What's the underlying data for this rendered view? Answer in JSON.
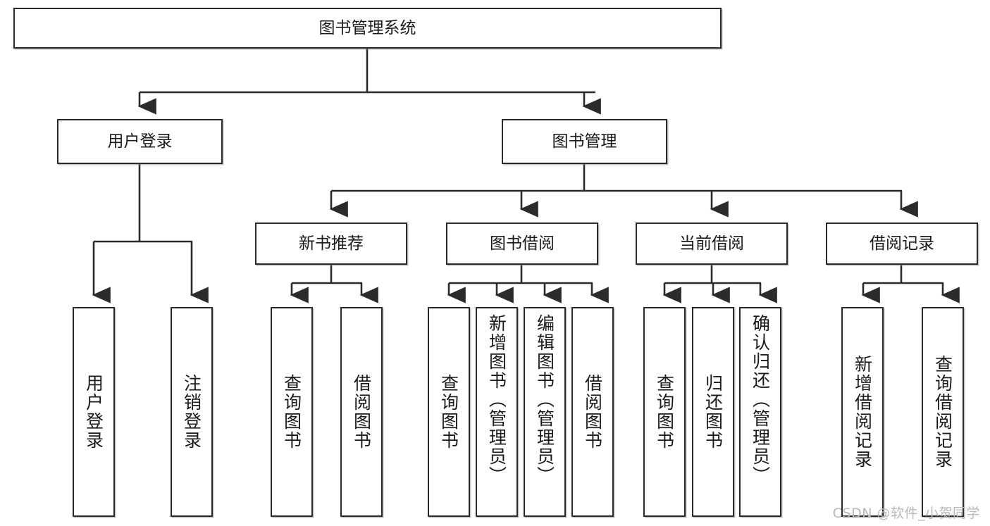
{
  "diagram": {
    "title": "图书管理系统",
    "type": "hierarchy-tree",
    "orientation": "top-down",
    "colors": {
      "box_border": "#2b2b2b",
      "box_fill": "#ffffff",
      "edge": "#2b2b2b",
      "text": "#1a1a1a",
      "watermark": "#b9b9b9",
      "background": "#ffffff"
    },
    "levels": [
      {
        "level": 1,
        "nodes": [
          {
            "id": "root",
            "label": "图书管理系统",
            "orientation": "horizontal"
          }
        ]
      },
      {
        "level": 2,
        "nodes": [
          {
            "id": "user-login",
            "label": "用户登录",
            "orientation": "horizontal",
            "parent": "root"
          },
          {
            "id": "book-manage",
            "label": "图书管理",
            "orientation": "horizontal",
            "parent": "root"
          }
        ]
      },
      {
        "level": 3,
        "nodes": [
          {
            "id": "new-book-recommend",
            "label": "新书推荐",
            "orientation": "horizontal",
            "parent": "book-manage"
          },
          {
            "id": "book-borrow",
            "label": "图书借阅",
            "orientation": "horizontal",
            "parent": "book-manage"
          },
          {
            "id": "current-borrow",
            "label": "当前借阅",
            "orientation": "horizontal",
            "parent": "book-manage"
          },
          {
            "id": "borrow-record",
            "label": "借阅记录",
            "orientation": "horizontal",
            "parent": "book-manage"
          }
        ]
      },
      {
        "level": 4,
        "nodes": [
          {
            "id": "leaf-user-login",
            "label": "用户登录",
            "orientation": "vertical",
            "parent": "user-login"
          },
          {
            "id": "leaf-logout-login",
            "label": "注销登录",
            "orientation": "vertical",
            "parent": "user-login"
          },
          {
            "id": "leaf-query-book-1",
            "label": "查询图书",
            "orientation": "vertical",
            "parent": "new-book-recommend"
          },
          {
            "id": "leaf-borrow-book-1",
            "label": "借阅图书",
            "orientation": "vertical",
            "parent": "new-book-recommend"
          },
          {
            "id": "leaf-query-book-2",
            "label": "查询图书",
            "orientation": "vertical",
            "parent": "book-borrow"
          },
          {
            "id": "leaf-add-book-admin",
            "label": "新增图书（管理员）",
            "orientation": "vertical",
            "parent": "book-borrow"
          },
          {
            "id": "leaf-edit-book-admin",
            "label": "编辑图书（管理员）",
            "orientation": "vertical",
            "parent": "book-borrow"
          },
          {
            "id": "leaf-borrow-book-2",
            "label": "借阅图书",
            "orientation": "vertical",
            "parent": "book-borrow"
          },
          {
            "id": "leaf-query-book-3",
            "label": "查询图书",
            "orientation": "vertical",
            "parent": "current-borrow"
          },
          {
            "id": "leaf-return-book",
            "label": "归还图书",
            "orientation": "vertical",
            "parent": "current-borrow"
          },
          {
            "id": "leaf-confirm-return-admin",
            "label": "确认归还（管理员）",
            "orientation": "vertical",
            "parent": "current-borrow"
          },
          {
            "id": "leaf-add-borrow-record",
            "label": "新增借阅记录",
            "orientation": "vertical",
            "parent": "borrow-record"
          },
          {
            "id": "leaf-query-borrow-record",
            "label": "查询借阅记录",
            "orientation": "vertical",
            "parent": "borrow-record"
          }
        ]
      }
    ]
  },
  "watermark": {
    "text": "CSDN @软件_小贺同学"
  }
}
